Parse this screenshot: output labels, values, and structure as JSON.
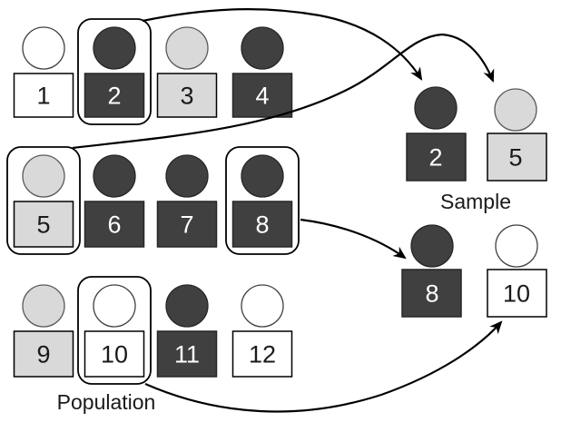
{
  "labels": {
    "population": "Population",
    "sample": "Sample"
  },
  "colors": {
    "background": "#FFFFFF",
    "dark_fill": "#404040",
    "light_fill": "#D9D9D9",
    "white_fill": "#FFFFFF",
    "dark_circle_stroke": "#262626",
    "light_circle_stroke": "#595959",
    "white_circle_stroke": "#404040",
    "box_stroke": "#000000",
    "number_on_dark": "#FFFFFF",
    "number_on_light": "#1A1A1A",
    "selection_outline_stroke": "#000000",
    "arrow_color": "#000000",
    "label_color": "#1A1A1A"
  },
  "population": [
    {
      "number": "1",
      "shade": "white",
      "selected": false
    },
    {
      "number": "2",
      "shade": "dark",
      "selected": true
    },
    {
      "number": "3",
      "shade": "light",
      "selected": false
    },
    {
      "number": "4",
      "shade": "dark",
      "selected": false
    },
    {
      "number": "5",
      "shade": "light",
      "selected": true
    },
    {
      "number": "6",
      "shade": "dark",
      "selected": false
    },
    {
      "number": "7",
      "shade": "dark",
      "selected": false
    },
    {
      "number": "8",
      "shade": "dark",
      "selected": true
    },
    {
      "number": "9",
      "shade": "light",
      "selected": false
    },
    {
      "number": "10",
      "shade": "white",
      "selected": true
    },
    {
      "number": "11",
      "shade": "dark",
      "selected": false
    },
    {
      "number": "12",
      "shade": "white",
      "selected": false
    }
  ],
  "sample": [
    {
      "number": "2",
      "shade": "dark"
    },
    {
      "number": "5",
      "shade": "light"
    },
    {
      "number": "8",
      "shade": "dark"
    },
    {
      "number": "10",
      "shade": "white"
    }
  ],
  "arrows": [
    {
      "from": "population-2",
      "to": "sample-2"
    },
    {
      "from": "population-5",
      "to": "sample-5"
    },
    {
      "from": "population-8",
      "to": "sample-8"
    },
    {
      "from": "population-10",
      "to": "sample-10"
    }
  ]
}
